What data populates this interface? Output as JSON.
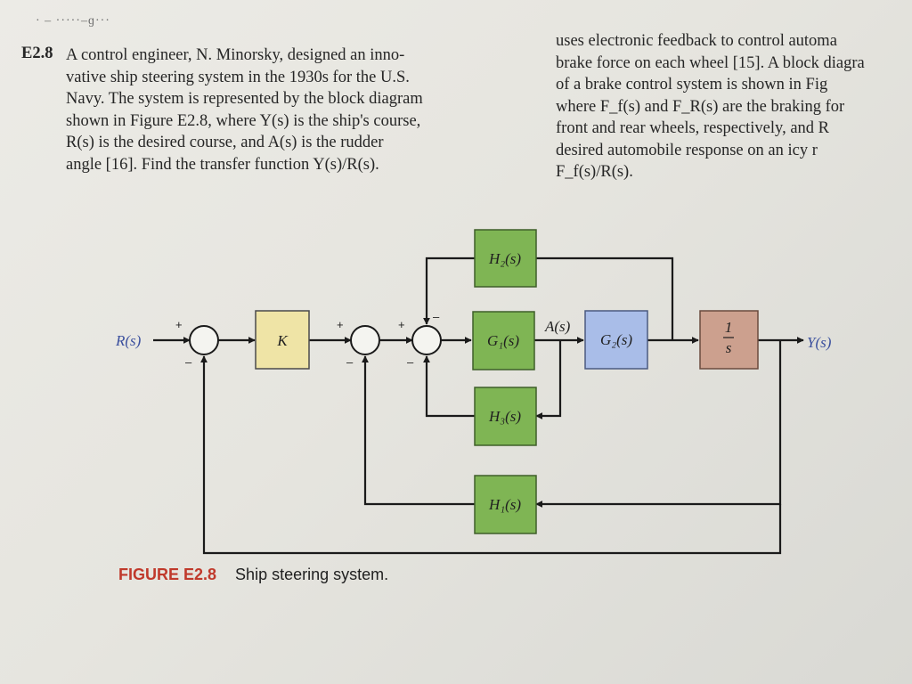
{
  "page_header_fragment": "· – ·····–ɡ···",
  "problem": {
    "number": "E2.8",
    "lines": [
      "A control engineer, N. Minorsky, designed an inno-",
      "vative ship steering system in the 1930s for the U.S.",
      "Navy. The system is represented by the block diagram",
      "shown in Figure E2.8, where Y(s) is the ship's course,",
      "R(s) is the desired course, and   A(s) is the rudder",
      "angle [16]. Find the transfer function Y(s)/R(s)."
    ]
  },
  "adjacent_problem": {
    "lines": [
      "uses electronic feedback to control automa",
      "brake force on each wheel [15]. A block diagra",
      "of a brake control system is shown in Fig",
      "where F_f(s) and  F_R(s) are the braking for",
      "front and rear wheels, respectively, and R",
      "desired automobile response on an icy r",
      "F_f(s)/R(s)."
    ]
  },
  "diagram": {
    "blocks": {
      "k": "K",
      "h2": "H₂(s)",
      "g1": "G₁(s)",
      "g2": "G₂(s)",
      "h3": "H₃(s)",
      "h1": "H₁(s)",
      "integrator_num": "1",
      "integrator_den": "s"
    },
    "signals": {
      "input": "R(s)",
      "output": "Y(s)",
      "rudder": "A(s)"
    },
    "signs": {
      "sum1_plus": "+",
      "sum1_minus": "–",
      "sum2_plus": "+",
      "sum2_minus": "–",
      "sum3_plus": "+",
      "sum3_minus": "–",
      "sum3_top_minus": "–"
    },
    "colors": {
      "gain_block": "#efe4a6",
      "h_g1_blocks": "#7fb554",
      "g2_block": "#a9bde8",
      "integrator_block": "#cca08e"
    }
  },
  "caption": {
    "label": "FIGURE E2.8",
    "text": "Ship steering system."
  }
}
